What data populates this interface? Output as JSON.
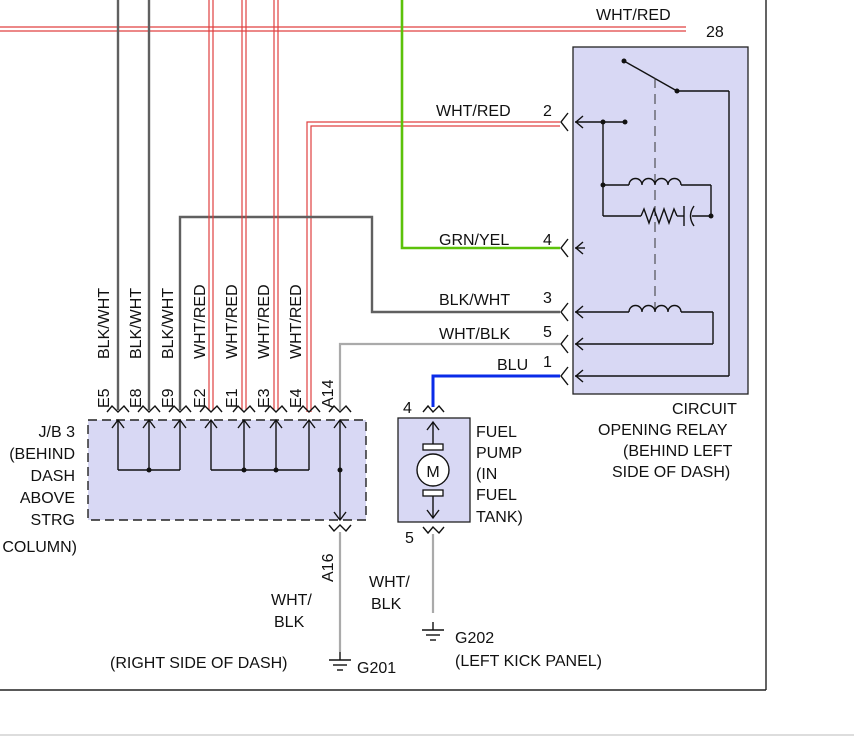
{
  "top_label": "WHT/RED",
  "top_pin": "28",
  "relay": {
    "name_lines": [
      "CIRCUIT",
      "OPENING RELAY",
      "(BEHIND LEFT",
      "SIDE OF DASH)"
    ],
    "pins": [
      {
        "num": "2",
        "wire": "WHT/RED"
      },
      {
        "num": "4",
        "wire": "GRN/YEL"
      },
      {
        "num": "3",
        "wire": "BLK/WHT"
      },
      {
        "num": "5",
        "wire": "WHT/BLK"
      },
      {
        "num": "1",
        "wire": "BLU"
      }
    ]
  },
  "jb": {
    "name_lines": [
      "J/B 3",
      "(BEHIND",
      "DASH",
      "ABOVE",
      "STRG",
      "COLUMN)"
    ],
    "pins": [
      {
        "id": "E5",
        "wire": "BLK/WHT"
      },
      {
        "id": "E8",
        "wire": "BLK/WHT"
      },
      {
        "id": "E9",
        "wire": "BLK/WHT"
      },
      {
        "id": "E2",
        "wire": "WHT/RED"
      },
      {
        "id": "E1",
        "wire": "WHT/RED"
      },
      {
        "id": "E3",
        "wire": "WHT/RED"
      },
      {
        "id": "E4",
        "wire": "WHT/RED"
      },
      {
        "id": "A14",
        "wire": ""
      }
    ],
    "bottom_pin": "A16"
  },
  "pump": {
    "name_lines": [
      "FUEL",
      "PUMP",
      "(IN",
      "FUEL",
      "TANK)"
    ],
    "motor_symbol": "M",
    "top_pin": "4",
    "bottom_pin": "5"
  },
  "grounds": [
    {
      "id": "G201",
      "location": "(RIGHT SIDE OF DASH)",
      "wire_lines": [
        "WHT/",
        "BLK"
      ]
    },
    {
      "id": "G202",
      "location": "(LEFT KICK PANEL)",
      "wire_lines": [
        "WHT/",
        "BLK"
      ]
    }
  ]
}
